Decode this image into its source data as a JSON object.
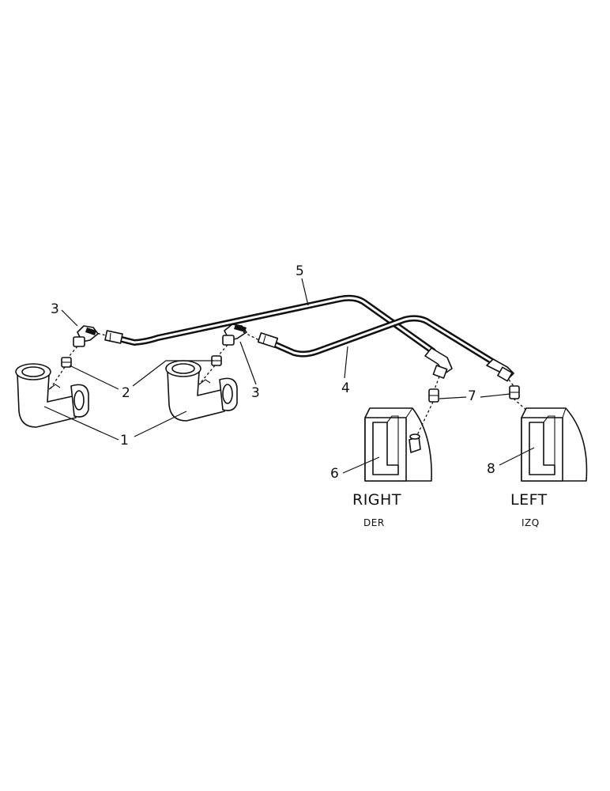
{
  "callouts": {
    "c1": "1",
    "c2": "2",
    "c3a": "3",
    "c3b": "3",
    "c4": "4",
    "c5": "5",
    "c6": "6",
    "c7": "7",
    "c8": "8"
  },
  "labels": {
    "right": "RIGHT",
    "right_sub": "DER",
    "left": "LEFT",
    "left_sub": "IZQ"
  }
}
